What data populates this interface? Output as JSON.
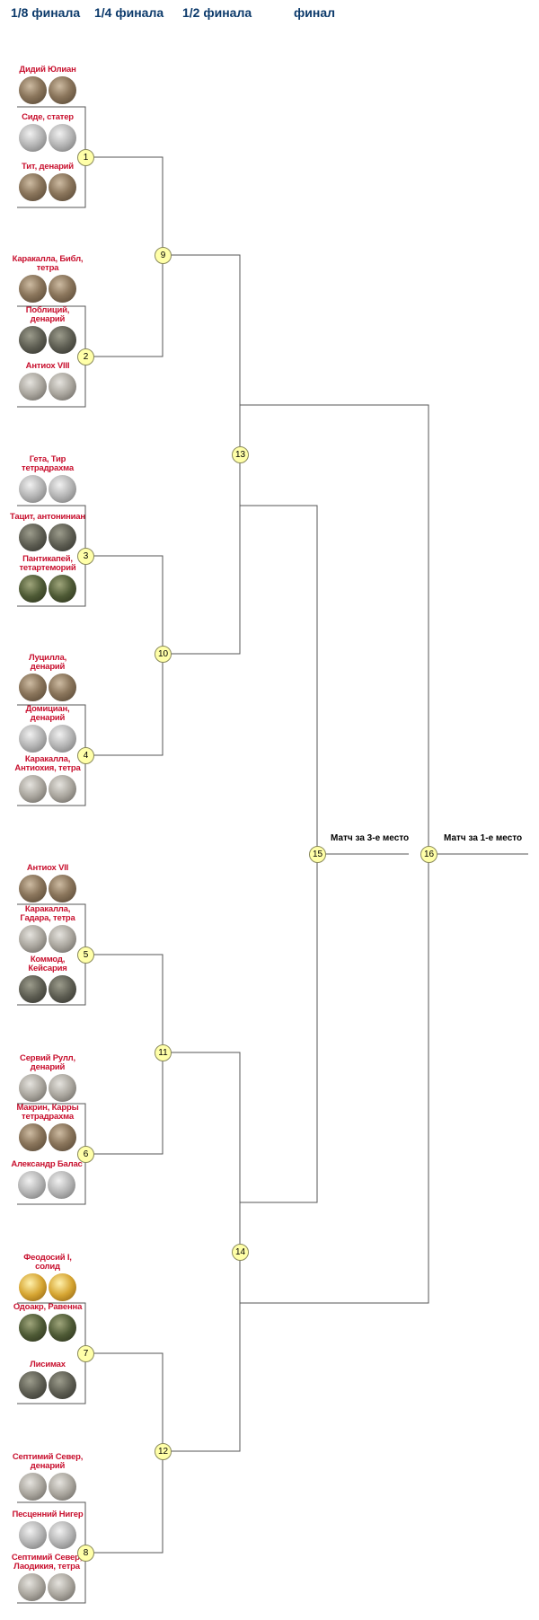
{
  "headers": [
    "1/8 финала",
    "1/4 финала",
    "1/2 финала",
    "финал"
  ],
  "entries": [
    "Дидий Юлиан",
    "Сиде, статер",
    "Тит, денарий",
    "Каракалла, Библ, тетра",
    "Поблиций, денарий",
    "Антиох VIII",
    "Гета, Тир тетрадрахма",
    "Тацит, антониниан",
    "Пантикапей, тетартеморий",
    "Луцилла, денарий",
    "Домициан, денарий",
    "Каракалла, Антиохия, тетра",
    "Антиох VII",
    "Каракалла, Гадара, тетра",
    "Коммод, Кейсария",
    "Сервий Рулл, денарий",
    "Макрин, Карры тетрадрахма",
    "Александр Балас",
    "Феодосий I, солид",
    "Одоакр, Равенна",
    "Лисимах",
    "Септимий Север, денарий",
    "Песценний Нигер",
    "Септимий Север, Лаодикия, тетра"
  ],
  "matches": [
    "1",
    "2",
    "3",
    "4",
    "5",
    "6",
    "7",
    "8",
    "9",
    "10",
    "11",
    "12",
    "13",
    "14",
    "15",
    "16"
  ],
  "labels": {
    "third_place": "Матч за 3-е место",
    "final": "Матч за 1-е место"
  }
}
